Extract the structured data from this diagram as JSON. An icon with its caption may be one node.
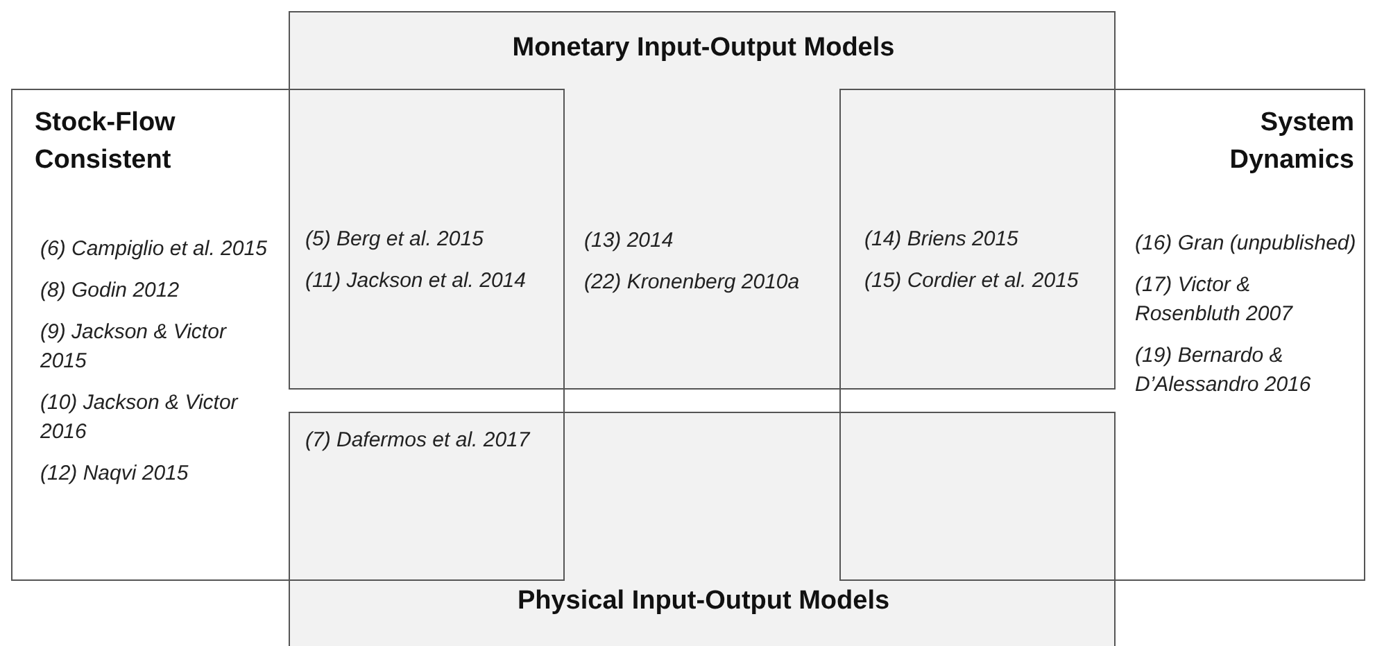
{
  "diagram": {
    "nodes": [
      {
        "text": [
          "Monetary Input-Output Models",
          "(13) 2014",
          "(22) Kronenberg 2010a"
        ]
      },
      {
        "text": [
          "Stock-Flow Consistent",
          "(6) Campiglio et al. 2015",
          "(8) Godin 2012",
          "(9) Jackson & Victor 2015",
          "(10) Jackson & Victor 2016",
          "(12) Naqvi 2015"
        ]
      },
      {
        "text": [
          "System Dynamics",
          "(16) Gran (unpublished)",
          "(17) Victor & Rosenbluth 2007",
          "(19) Bernardo & D’Alessandro 2016"
        ]
      },
      {
        "text": [
          "Physical Input-Output Models"
        ]
      }
    ],
    "labels": [
      "(5) Berg et al. 2015",
      "(11) Jackson et al. 2014",
      "(14) Briens 2015",
      "(15) Cordier et al. 2015",
      "(7) Dafermos et al. 2017"
    ]
  }
}
